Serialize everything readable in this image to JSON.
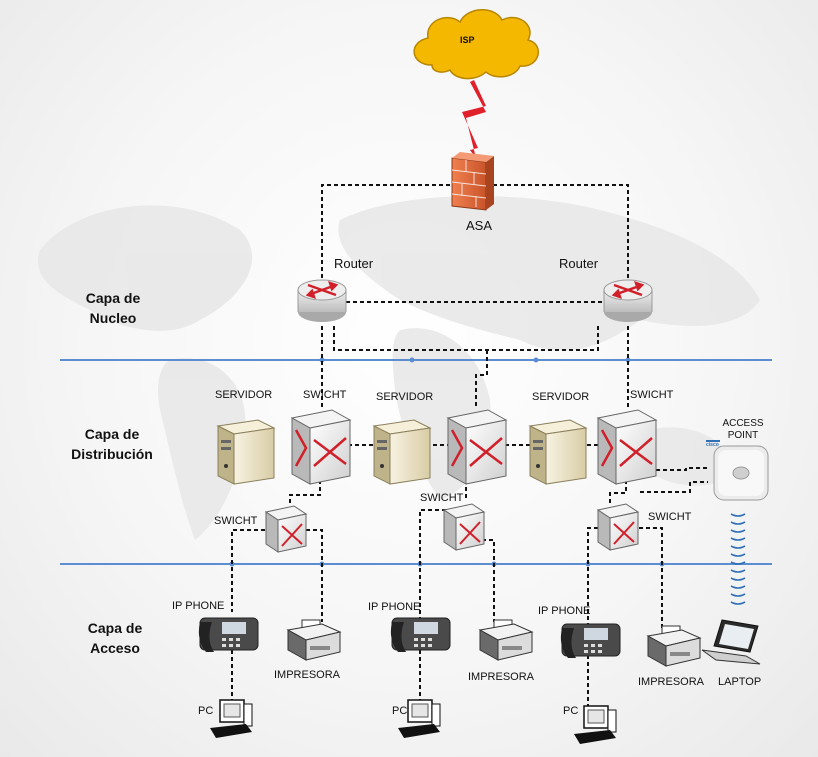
{
  "cloud": {
    "label": "ISP"
  },
  "firewall": {
    "label": "ASA"
  },
  "routers": [
    {
      "label": "Router"
    },
    {
      "label": "Router"
    }
  ],
  "layers": {
    "core": {
      "line1": "Capa de",
      "line2": "Nucleo"
    },
    "distribution": {
      "line1": "Capa de",
      "line2": "Distribución"
    },
    "access": {
      "line1": "Capa de",
      "line2": "Acceso"
    }
  },
  "distribution": {
    "servers": [
      "SERVIDOR",
      "SERVIDOR",
      "SERVIDOR"
    ],
    "switches": [
      "SWICHT",
      "SWICHT"
    ]
  },
  "access_switches": [
    "SWICHT",
    "SWICHT",
    "SWICHT"
  ],
  "access_point": {
    "line1": "ACCESS",
    "line2": "POINT",
    "brand": "cisco"
  },
  "endpoints": {
    "ip_phones": [
      "IP PHONE",
      "IP PHONE",
      "IP PHONE"
    ],
    "printers": [
      "IMPRESORA",
      "IMPRESORA",
      "IMPRESORA"
    ],
    "pcs": [
      "PC",
      "PC",
      "PC"
    ],
    "laptop": "LAPTOP"
  },
  "colors": {
    "layer_line": "#5b8ed0",
    "link": "#111111",
    "cloud": "#f5b800",
    "lightning": "#e0202a",
    "router": "#d8d8d8",
    "router_arrows": "#d0202a",
    "firewall": "#e8663a",
    "server": "#ece3c8",
    "wireless": "#2f6fb5"
  }
}
